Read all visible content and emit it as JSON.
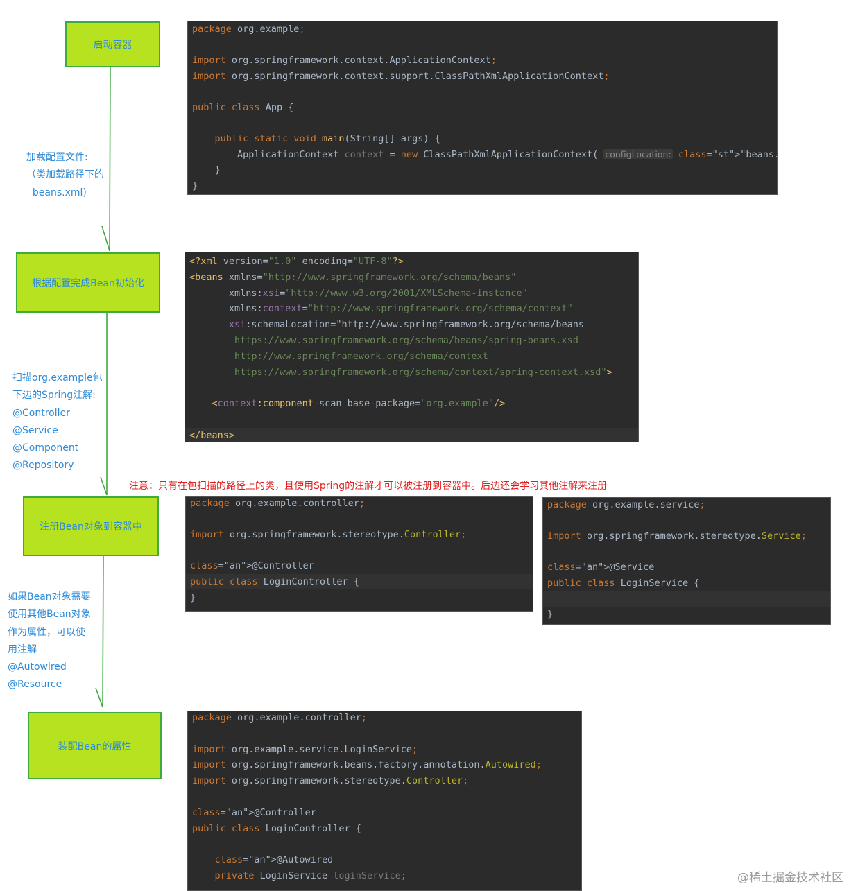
{
  "flow": {
    "step1": "启动容器",
    "edge1": "加载配置文件:\n（类加载路径下的\n  beans.xml)",
    "step2": "根据配置完成Bean初始化",
    "edge2": "扫描org.example包\n下边的Spring注解:\n@Controller\n@Service\n@Component\n@Repository",
    "warning": "注意：只有在包扫描的路径上的类，且使用Spring的注解才可以被注册到容器中。后边还会学习其他注解来注册",
    "step3": "注册Bean对象到容器中",
    "edge3": "如果Bean对象需要\n使用其他Bean对象\n作为属性，可以使\n用注解\n@Autowired\n@Resource",
    "step4": "装配Bean的属性"
  },
  "code_app": [
    "package org.example;",
    "",
    "import org.springframework.context.ApplicationContext;",
    "import org.springframework.context.support.ClassPathXmlApplicationContext;",
    "",
    "public class App {",
    "",
    "    public static void main(String[] args) {",
    "        ApplicationContext context = new ClassPathXmlApplicationContext( configLocation: \"beans.xml\");",
    "    }",
    "}"
  ],
  "code_xml": [
    "<?xml version=\"1.0\" encoding=\"UTF-8\"?>",
    "<beans xmlns=\"http://www.springframework.org/schema/beans\"",
    "       xmlns:xsi=\"http://www.w3.org/2001/XMLSchema-instance\"",
    "       xmlns:context=\"http://www.springframework.org/schema/context\"",
    "       xsi:schemaLocation=\"http://www.springframework.org/schema/beans",
    "        https://www.springframework.org/schema/beans/spring-beans.xsd",
    "        http://www.springframework.org/schema/context",
    "        https://www.springframework.org/schema/context/spring-context.xsd\">",
    "",
    "    <context:component-scan base-package=\"org.example\"/>",
    "",
    "</beans>"
  ],
  "code_controller": [
    "package org.example.controller;",
    "",
    "import org.springframework.stereotype.Controller;",
    "",
    "@Controller",
    "public class LoginController {",
    "}"
  ],
  "code_service": [
    "package org.example.service;",
    "",
    "import org.springframework.stereotype.Service;",
    "",
    "@Service",
    "public class LoginService {",
    "",
    "}"
  ],
  "code_controller2": [
    "package org.example.controller;",
    "",
    "import org.example.service.LoginService;",
    "import org.springframework.beans.factory.annotation.Autowired;",
    "import org.springframework.stereotype.Controller;",
    "",
    "@Controller",
    "public class LoginController {",
    "",
    "    @Autowired",
    "    private LoginService loginService;"
  ],
  "watermark": "@稀土掘金技术社区",
  "colors": {
    "box_fill": "#b6e21f",
    "box_border": "#3faa3f",
    "box_text": "#2e8bd8",
    "arrow": "#3faa3f",
    "warning": "#e02020"
  }
}
